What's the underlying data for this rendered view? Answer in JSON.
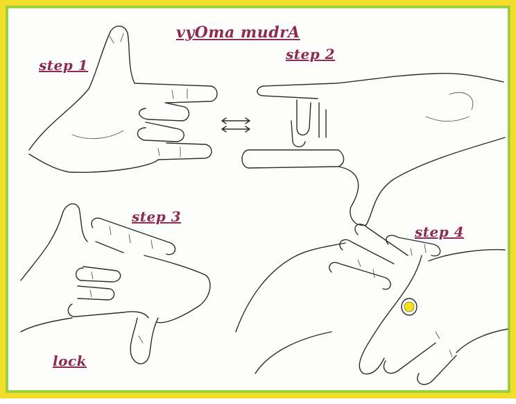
{
  "title": "vyOma mudrA",
  "labels": {
    "step1": "step 1",
    "step2": "step 2",
    "step3": "step 3",
    "step4": "step 4",
    "lock": "lock"
  },
  "colors": {
    "outer_border": "#f2dd2a",
    "inner_border": "#9bcf3e",
    "label_color": "#8e2a4e",
    "marker": "#f4e21a"
  },
  "icons": [
    "double-arrow-icon",
    "yellow-dot-marker"
  ]
}
